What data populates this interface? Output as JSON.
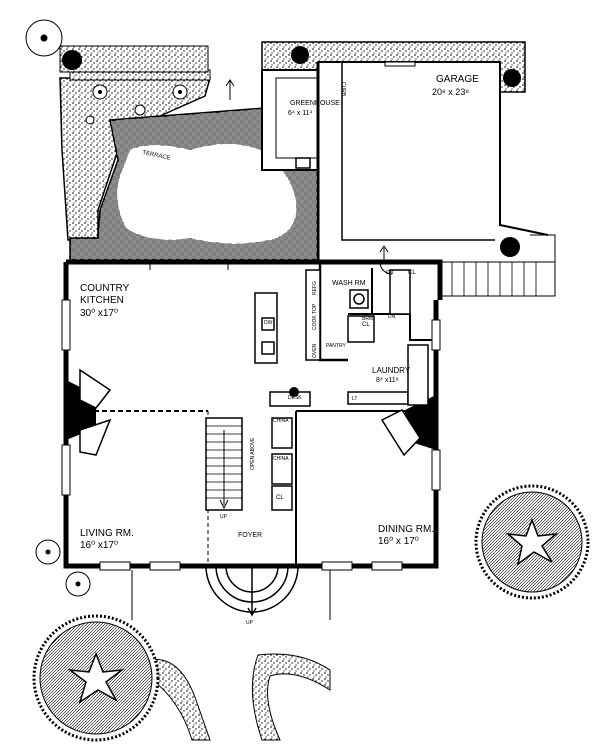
{
  "rooms": {
    "garage": {
      "name": "GARAGE",
      "dims": "20⁸ x 23⁸"
    },
    "greenhouse": {
      "name": "GREENHOUSE",
      "dims": "6⁴ x 11⁴"
    },
    "terrace": {
      "name": "TERRACE"
    },
    "wash": {
      "name": "WASH RM"
    },
    "kitchen": {
      "name_line1": "COUNTRY",
      "name_line2": "KITCHEN",
      "dims": "30⁰ x17⁰"
    },
    "laundry": {
      "name": "LAUNDRY",
      "dims": "8⁴ x11⁸"
    },
    "living": {
      "name": "LIVING RM.",
      "dims": "16⁰ x17⁰"
    },
    "dining": {
      "name": "DINING RM.",
      "dims": "16⁰ x 17⁰"
    },
    "foyer": {
      "name": "FOYER"
    }
  },
  "small_labels": {
    "dn1": "DN",
    "dn2": "DN",
    "cl1": "CL",
    "cl2": "CL",
    "cl3": "CL",
    "up1": "UP",
    "up2": "UP",
    "desk": "DESK",
    "china1": "CHINA",
    "china2": "CHINA",
    "open_above": "OPEN ABOVE",
    "pantry": "PANTRY",
    "oven": "OVEN",
    "cook_top": "COOK TOP",
    "refg": "REFG",
    "brm": "BRM",
    "dw": "DW",
    "lt": "LT",
    "curb": "CURB"
  },
  "colors": {
    "ink": "#000000",
    "paper": "#ffffff"
  }
}
